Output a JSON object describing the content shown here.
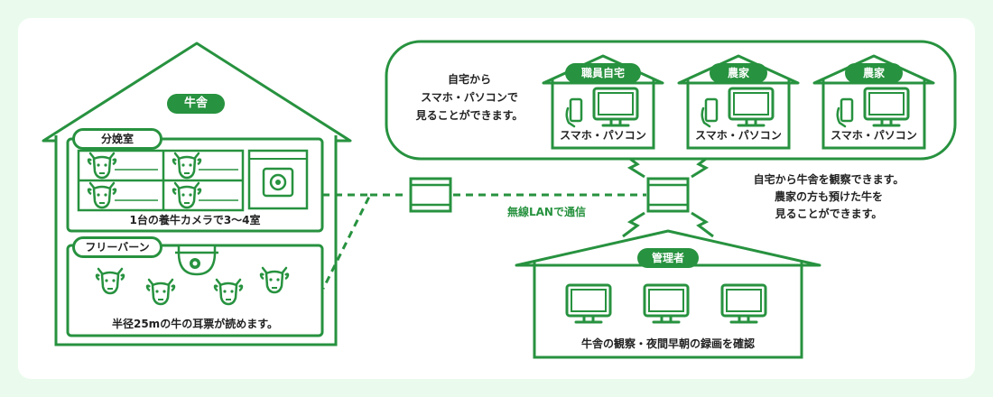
{
  "colors": {
    "accent": "#27923f",
    "background": "#eafbee"
  },
  "barn": {
    "title": "牛舎",
    "calving_room": {
      "label": "分娩室",
      "caption": "1台の養牛カメラで3〜4室"
    },
    "free_barn": {
      "label": "フリーバーン",
      "caption": "半径25mの牛の耳票が読めます。"
    }
  },
  "link": {
    "label": "無線LANで通信"
  },
  "remote": {
    "description": [
      "自宅から",
      "スマホ・パソコンで",
      "見ることができます。"
    ],
    "houses": [
      {
        "title": "職員自宅",
        "device_label": "スマホ・パソコン"
      },
      {
        "title": "農家",
        "device_label": "スマホ・パソコン"
      },
      {
        "title": "農家",
        "device_label": "スマホ・パソコン"
      }
    ]
  },
  "note": [
    "自宅から牛舎を観察できます。",
    "農家の方も預けた牛を",
    "見ることができます。"
  ],
  "admin": {
    "title": "管理者",
    "caption": "牛舎の観察・夜間早朝の録画を確認"
  },
  "icons": [
    "cow-icon",
    "camera-icon",
    "dome-camera-icon",
    "router-icon",
    "monitor-icon",
    "smartphone-icon",
    "wireless-signal-icon"
  ]
}
